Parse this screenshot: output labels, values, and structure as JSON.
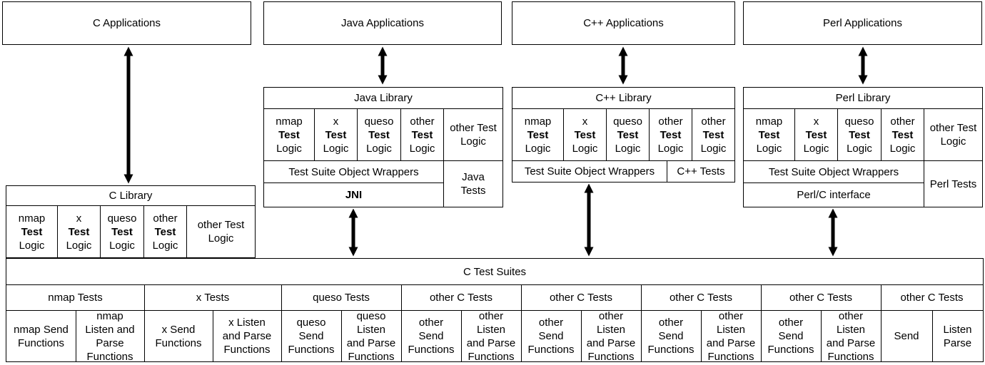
{
  "apps": {
    "c": "C Applications",
    "java": "Java Applications",
    "cpp": "C++ Applications",
    "perl": "Perl Applications"
  },
  "libraries": {
    "c": "C Library",
    "java": "Java Library",
    "cpp": "C++ Library",
    "perl": "Perl Library"
  },
  "logic": {
    "test_word": "Test",
    "logic_word": "Logic",
    "nmap": "nmap",
    "x": "x",
    "queso": "queso",
    "other": "other",
    "other_test_logic_line1": "other Test",
    "other_test_logic_line2": "Logic"
  },
  "wrappers": {
    "java": "Test Suite Object Wrappers",
    "cpp": "Test Suite Object Wrappers",
    "perl": "Test Suite Object Wrappers"
  },
  "interfaces": {
    "jni": "JNI",
    "perl_c": "Perl/C interface"
  },
  "lang_tests": {
    "java_line1": "Java",
    "java_line2": "Tests",
    "cpp": "C++ Tests",
    "perl": "Perl Tests"
  },
  "suites": {
    "title": "C Test Suites",
    "groups": [
      "nmap Tests",
      "x Tests",
      "queso Tests",
      "other C Tests",
      "other C Tests",
      "other C Tests",
      "other C Tests",
      "other C Tests"
    ],
    "functions": [
      [
        "nmap Send",
        "Functions"
      ],
      [
        "nmap",
        "Listen and",
        "Parse",
        "Functions"
      ],
      [
        "x Send",
        "Functions"
      ],
      [
        "x Listen",
        "and Parse",
        "Functions"
      ],
      [
        "queso",
        "Send",
        "Functions"
      ],
      [
        "queso",
        "Listen",
        "and Parse",
        "Functions"
      ],
      [
        "other",
        "Send",
        "Functions"
      ],
      [
        "other",
        "Listen",
        "and Parse",
        "Functions"
      ],
      [
        "other",
        "Send",
        "Functions"
      ],
      [
        "other",
        "Listen",
        "and Parse",
        "Functions"
      ],
      [
        "other",
        "Send",
        "Functions"
      ],
      [
        "other",
        "Listen",
        "and Parse",
        "Functions"
      ],
      [
        "other",
        "Send",
        "Functions"
      ],
      [
        "other",
        "Listen",
        "and Parse",
        "Functions"
      ],
      [
        "Send"
      ],
      [
        "Listen",
        "Parse"
      ]
    ]
  }
}
